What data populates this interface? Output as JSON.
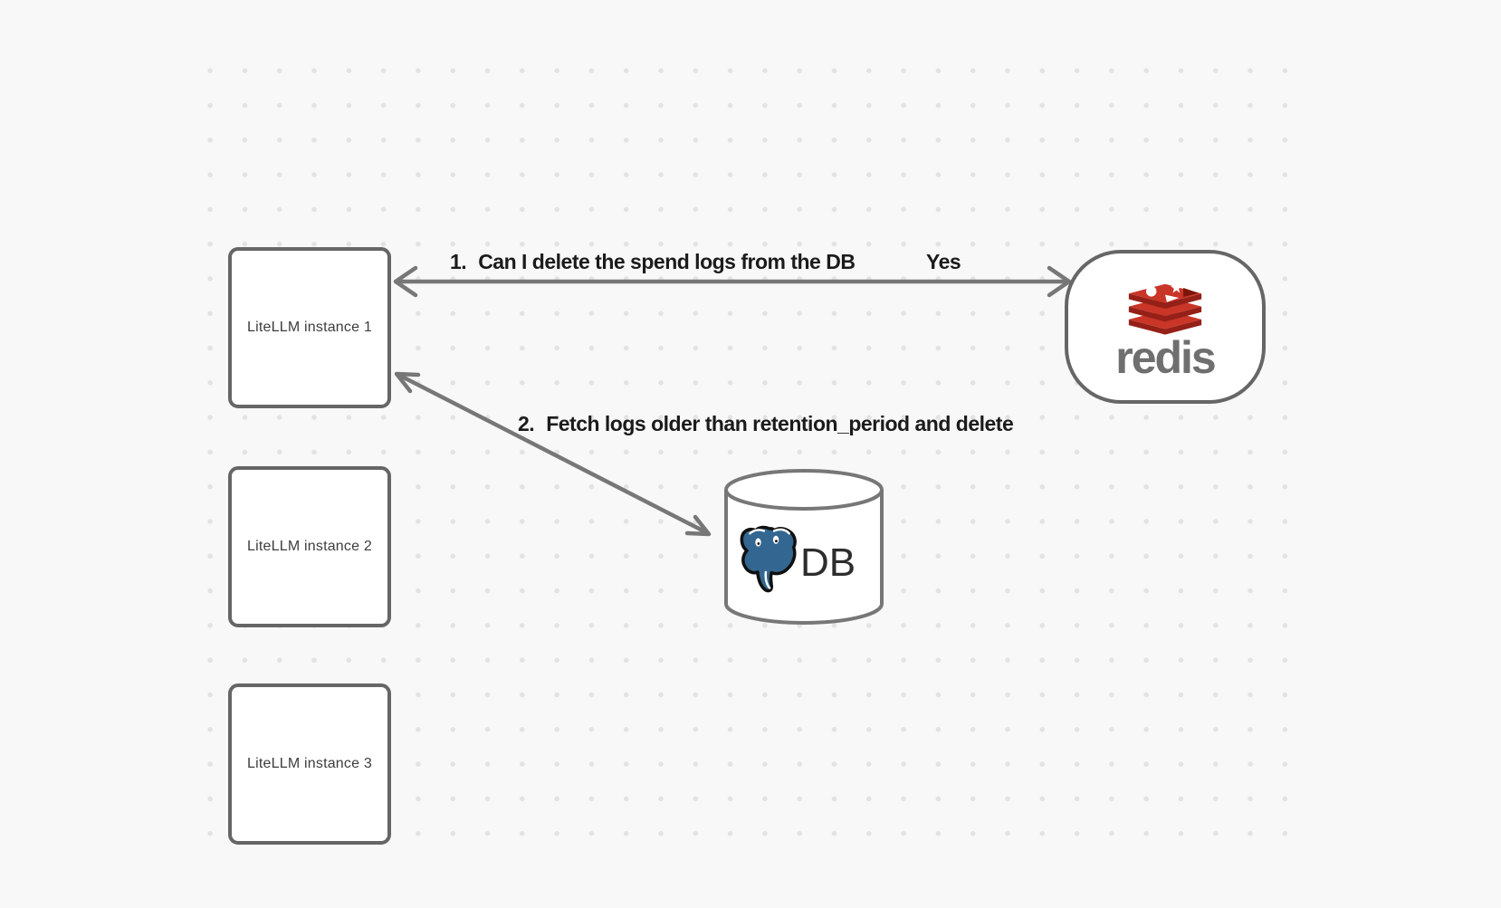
{
  "canvas": {
    "background_color": "#f8f8f8",
    "dot_color": "#e3e3e3"
  },
  "instances": [
    {
      "label": "LiteLLM instance 1"
    },
    {
      "label": "LiteLLM instance 2"
    },
    {
      "label": "LiteLLM instance 3"
    }
  ],
  "redis_node": {
    "wordmark": "redis",
    "logo_red": "#c93527",
    "logo_dark_red": "#942018",
    "wordmark_color": "#6f6f6f"
  },
  "db_node": {
    "label": "DB",
    "postgres_blue": "#336791"
  },
  "edges": [
    {
      "number": "1.",
      "label": "Can I delete the spend logs from the DB",
      "response": "Yes"
    },
    {
      "number": "2.",
      "label": "Fetch logs older than retention_period and delete"
    }
  ],
  "style": {
    "shape_border_color": "#666666",
    "arrow_color": "#777777",
    "edge_label_color": "#1b1b1b"
  }
}
